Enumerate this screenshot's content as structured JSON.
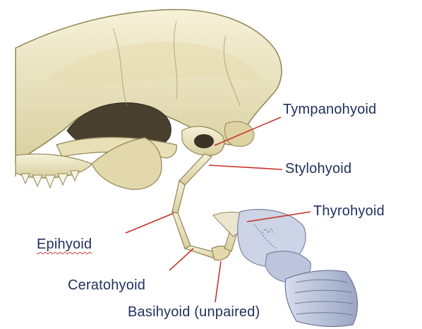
{
  "labels": {
    "tympanohyoid": "Tympanohyoid",
    "stylohyoid": "Stylohyoid",
    "thyrohyoid": "Thyrohyoid",
    "epihyoid": "Epihyoid",
    "ceratohyoid": "Ceratohyoid",
    "basihyoid": "Basihyoid (unpaired)"
  },
  "colors": {
    "label_text": "#1f2f5c",
    "pointer_line": "#c8322a",
    "bone": "#efe9c8",
    "bone_shadow": "#9a8f5e",
    "cartilage": "#c9d1e6",
    "cavity": "#3a3326"
  }
}
